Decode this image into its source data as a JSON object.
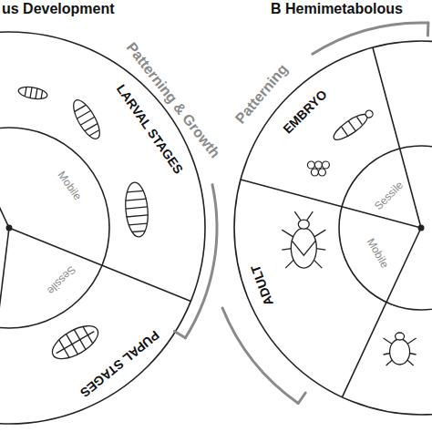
{
  "diagram": {
    "labels": [
      "us Development",
      "Patterning & Growth",
      "LARVAL STAGES",
      "Mobile",
      "Sessile",
      "PUPAL STAGES",
      "B Hemimetabolous",
      "Patterning",
      "EMBRYO",
      "Sessile",
      "Mobile",
      "ADULT"
    ]
  }
}
